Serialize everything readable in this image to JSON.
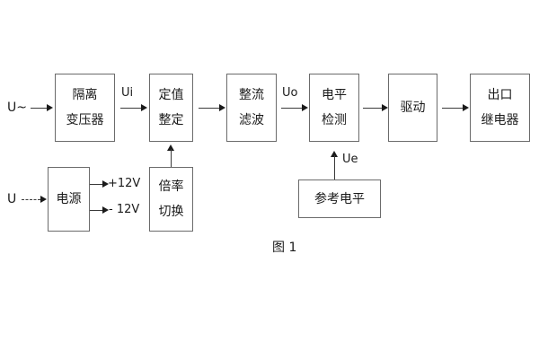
{
  "figure": {
    "caption": "图 1",
    "colors": {
      "box_border": "#6b6b6b",
      "line": "#3a3a3a",
      "text": "#1a1a1a",
      "background": "#ffffff"
    }
  },
  "blocks": [
    {
      "id": "isolation-transformer",
      "line1": "隔离",
      "line2": "变压器"
    },
    {
      "id": "setting-value",
      "line1": "定值",
      "line2": "整定"
    },
    {
      "id": "rectify-filter",
      "line1": "整流",
      "line2": "滤波"
    },
    {
      "id": "level-detection",
      "line1": "电平",
      "line2": "检测"
    },
    {
      "id": "drive",
      "line1": "驱动",
      "line2": ""
    },
    {
      "id": "output-relay",
      "line1": "出口",
      "line2": "继电器"
    },
    {
      "id": "power-supply",
      "line1": "电源",
      "line2": ""
    },
    {
      "id": "multiplier-switch",
      "line1": "倍率",
      "line2": "切换"
    },
    {
      "id": "reference-level",
      "line1": "参考电平",
      "line2": ""
    }
  ],
  "signals": {
    "input_ac": "U~",
    "input_dc": "U",
    "ui": "Ui",
    "uo": "Uo",
    "ue": "Ue",
    "supply_positive": "+12V",
    "supply_negative": "- 12V"
  }
}
